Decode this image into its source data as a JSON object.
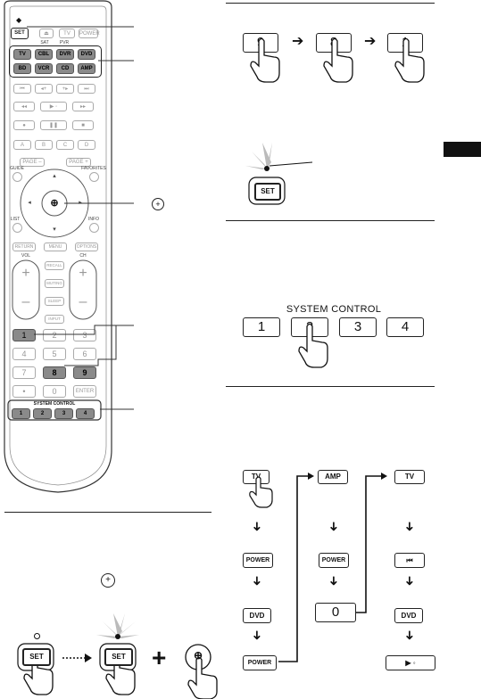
{
  "remote": {
    "set_label": "SET",
    "top_keys": [
      "TV",
      "POWER"
    ],
    "sat_label": "SAT",
    "pvr_label": "PVR",
    "source_row1": [
      "TV",
      "CBL",
      "DVR",
      "DVD"
    ],
    "source_row2": [
      "BD",
      "VCR",
      "CD",
      "AMP"
    ],
    "letters": [
      "A",
      "B",
      "C",
      "D"
    ],
    "page_minus": "PAGE –",
    "page_plus": "PAGE +",
    "guide": "GUIDE",
    "favorites": "FAVORITES",
    "list": "LIST",
    "info": "INFO",
    "return": "RETURN",
    "menu": "MENU",
    "options": "OPTIONS",
    "vol": "VOL",
    "ch": "CH",
    "recall": "RECALL",
    "muting": "MUTING",
    "sleep": "SLEEP",
    "input": "INPUT",
    "num_row1": [
      "1",
      "2",
      "3"
    ],
    "num_row2": [
      "4",
      "5",
      "6"
    ],
    "num_row3": [
      "7",
      "8",
      "9"
    ],
    "num_row4": [
      "•",
      "0",
      "ENTER"
    ],
    "syscontrol_label": "SYSTEM CONTROL",
    "syscontrol_keys": [
      "1",
      "2",
      "3",
      "4"
    ]
  },
  "step_keys": [
    "9",
    "8",
    "1"
  ],
  "step_set": "SET",
  "system_control": {
    "label": "SYSTEM CONTROL",
    "keys": [
      "1",
      "2",
      "3",
      "4"
    ]
  },
  "sequence": {
    "col1": [
      "TV",
      "POWER",
      "DVD",
      "POWER"
    ],
    "col2": [
      "AMP",
      "POWER",
      "0"
    ],
    "col3": [
      "TV",
      "DVD"
    ]
  },
  "bottom_keys": [
    "SET",
    "SET"
  ]
}
